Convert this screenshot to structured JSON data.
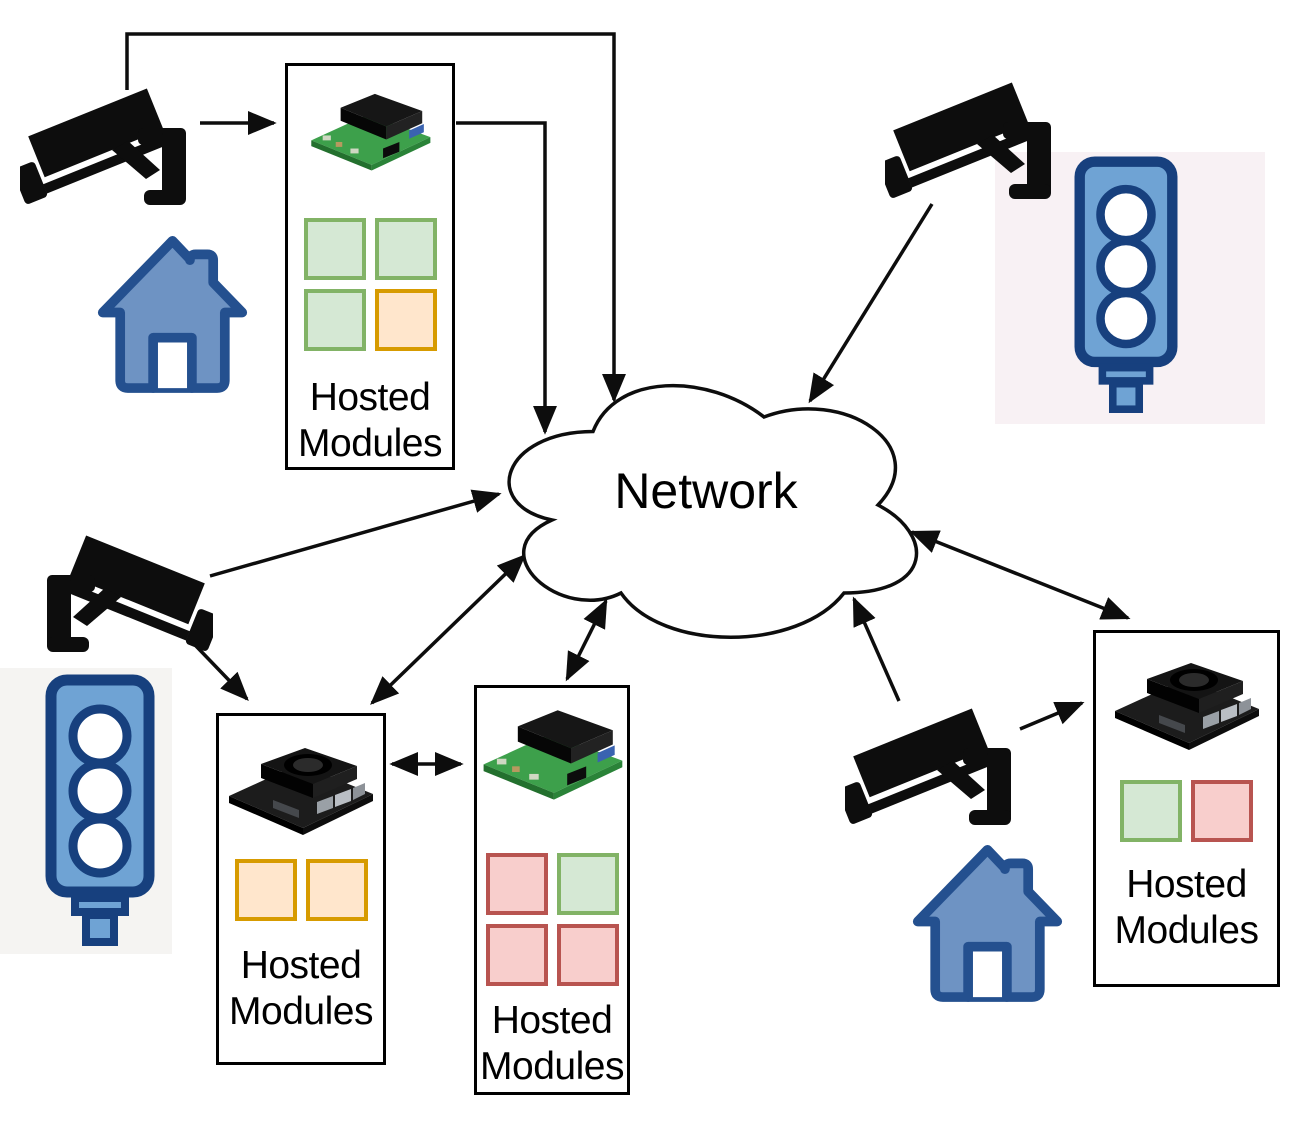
{
  "diagram": {
    "cloud": {
      "label": "Network"
    },
    "devices": [
      {
        "id": "edge-device-1",
        "position": "top-left",
        "board": "green-carrier-board",
        "label": "Hosted Modules",
        "modules": [
          "green",
          "green",
          "green",
          "orange"
        ]
      },
      {
        "id": "edge-device-2",
        "position": "bottom-left",
        "board": "black-carrier-board",
        "label": "Hosted Modules",
        "modules": [
          "orange",
          "orange"
        ]
      },
      {
        "id": "edge-device-3",
        "position": "bottom-center",
        "board": "green-carrier-board",
        "label": "Hosted Modules",
        "modules": [
          "red",
          "green",
          "red",
          "red"
        ]
      },
      {
        "id": "edge-device-4",
        "position": "right",
        "board": "black-carrier-board",
        "label": "Hosted Modules",
        "modules": [
          "green",
          "red"
        ]
      }
    ],
    "sensors": [
      {
        "id": "camera-1",
        "type": "cctv-camera-icon",
        "location": "top-left"
      },
      {
        "id": "camera-2",
        "type": "cctv-camera-icon",
        "location": "top-right"
      },
      {
        "id": "camera-3",
        "type": "cctv-camera-icon",
        "location": "middle-left"
      },
      {
        "id": "camera-4",
        "type": "cctv-camera-icon",
        "location": "bottom-right"
      }
    ],
    "sites": [
      {
        "id": "house-1",
        "type": "house-icon",
        "location": "top-left"
      },
      {
        "id": "house-2",
        "type": "house-icon",
        "location": "bottom-right"
      },
      {
        "id": "traffic-light-1",
        "type": "traffic-light-icon",
        "location": "top-right"
      },
      {
        "id": "traffic-light-2",
        "type": "traffic-light-icon",
        "location": "middle-left"
      }
    ],
    "connections": [
      {
        "from": "camera-1",
        "to": "edge-device-1",
        "style": "arrow"
      },
      {
        "from": "camera-1",
        "to": "network",
        "style": "arrow",
        "route": "orthogonal-top"
      },
      {
        "from": "edge-device-1",
        "to": "network",
        "style": "arrow",
        "route": "orthogonal"
      },
      {
        "from": "camera-2",
        "to": "network",
        "style": "arrow"
      },
      {
        "from": "camera-3",
        "to": "network",
        "style": "arrow"
      },
      {
        "from": "camera-3",
        "to": "edge-device-2",
        "style": "arrow"
      },
      {
        "from": "network",
        "to": "edge-device-2",
        "style": "double-arrow"
      },
      {
        "from": "network",
        "to": "edge-device-3",
        "style": "double-arrow"
      },
      {
        "from": "edge-device-2",
        "to": "edge-device-3",
        "style": "double-arrow"
      },
      {
        "from": "network",
        "to": "edge-device-4",
        "style": "double-arrow"
      },
      {
        "from": "camera-4",
        "to": "network",
        "style": "arrow"
      },
      {
        "from": "camera-4",
        "to": "edge-device-4",
        "style": "arrow"
      }
    ],
    "module_colors": {
      "green": {
        "fill": "#d5e8d4",
        "border": "#82b366"
      },
      "orange": {
        "fill": "#ffe6cc",
        "border": "#d79b00"
      },
      "red": {
        "fill": "#f8cecc",
        "border": "#b85450"
      }
    },
    "icon_colors": {
      "camera_black": "#0d0d0d",
      "house_fill": "#6e93c3",
      "house_border": "#24508f",
      "traffic_light_fill": "#6fa3d4",
      "traffic_light_border": "#17407e",
      "connector_black": "#0d0d0d"
    }
  }
}
